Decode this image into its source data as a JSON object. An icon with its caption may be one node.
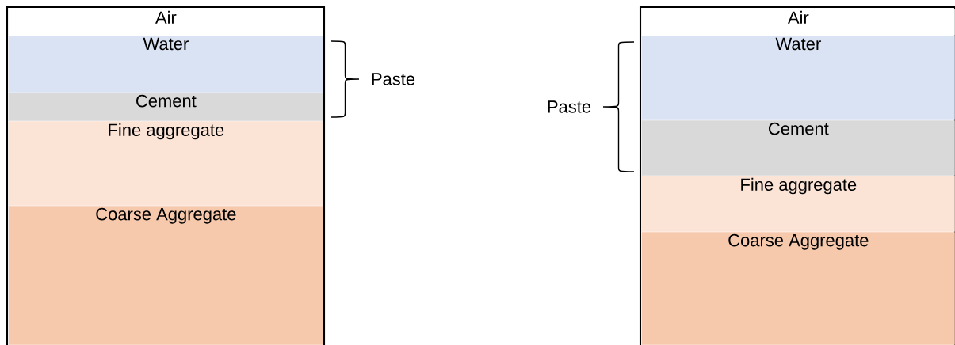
{
  "diagram": {
    "nodes": [
      {
        "text": [],
        "shape": "box"
      },
      {
        "text": [
          "Air"
        ],
        "in": 0
      },
      {
        "text": [
          "Water"
        ],
        "in": 0
      },
      {
        "text": [
          "Cement"
        ],
        "in": 0
      },
      {
        "text": [
          "Fine aggregate"
        ],
        "in": 0
      },
      {
        "text": [
          "Coarse Aggregate"
        ],
        "in": 0
      },
      {
        "text": [],
        "shape": "box"
      },
      {
        "text": [
          "Air"
        ],
        "in": 6
      },
      {
        "text": [
          "Water"
        ],
        "in": 6
      },
      {
        "text": [
          "Cement"
        ],
        "in": 6
      },
      {
        "text": [
          "Fine aggregate"
        ],
        "in": 6
      },
      {
        "text": [
          "Coarse Aggregate"
        ],
        "in": 6
      }
    ],
    "labels": [
      "Paste",
      "Paste"
    ]
  }
}
